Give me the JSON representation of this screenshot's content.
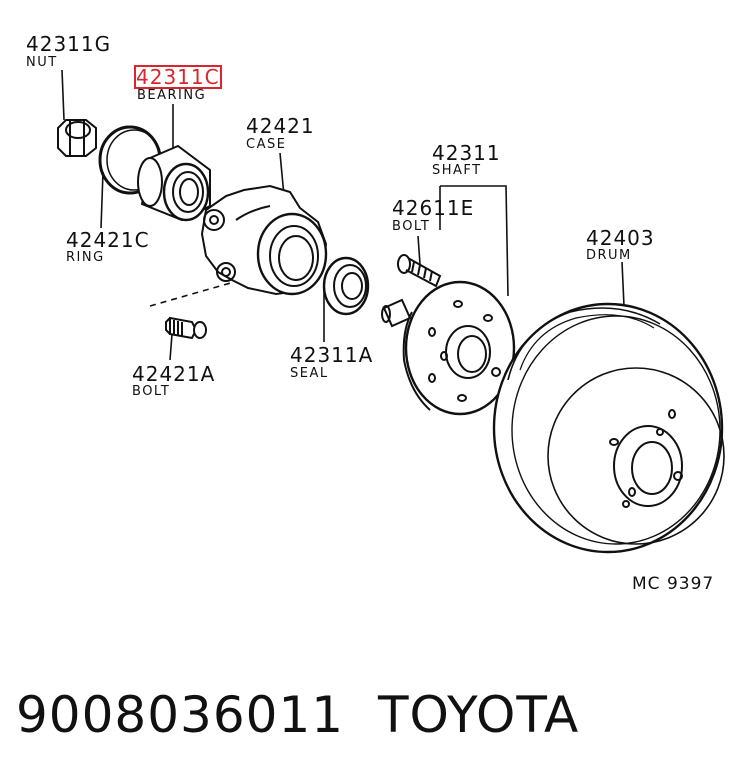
{
  "parts": [
    {
      "id": "nut",
      "number": "42311G",
      "name": "NUT"
    },
    {
      "id": "bearing",
      "number": "42311C",
      "name": "BEARING",
      "highlighted": true
    },
    {
      "id": "ring",
      "number": "42421C",
      "name": "RING"
    },
    {
      "id": "case",
      "number": "42421",
      "name": "CASE"
    },
    {
      "id": "shaft",
      "number": "42311",
      "name": "SHAFT"
    },
    {
      "id": "hub-bolt",
      "number": "42611E",
      "name": "BOLT"
    },
    {
      "id": "drum",
      "number": "42403",
      "name": "DRUM"
    },
    {
      "id": "seal",
      "number": "42311A",
      "name": "SEAL"
    },
    {
      "id": "case-bolt",
      "number": "42421A",
      "name": "BOLT"
    }
  ],
  "diagram_code": "MC 9397",
  "footer": {
    "part_number": "9008036011",
    "brand": "TOYOTA"
  },
  "colors": {
    "highlight": "#d9262c",
    "line": "#111111"
  }
}
